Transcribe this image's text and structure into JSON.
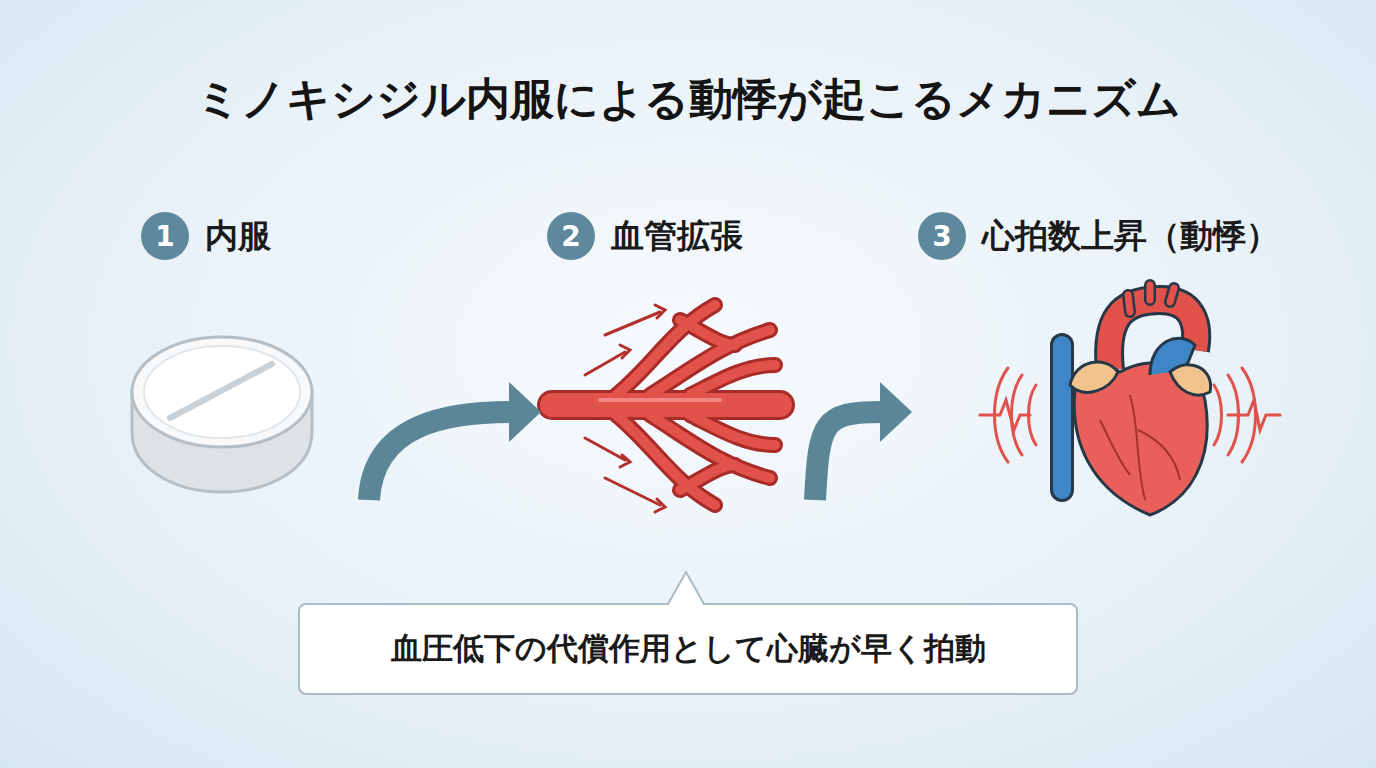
{
  "diagram": {
    "title": "ミノキシジル内服による動悸が起こるメカニズム",
    "nodes": [
      {
        "text": [
          "1",
          "内服"
        ]
      },
      {
        "text": [
          "2",
          "血管拡張"
        ]
      },
      {
        "text": [
          "3",
          "心拍数上昇（動悸）"
        ]
      },
      {
        "text": [
          "血圧低下の代償作用として心臓が早く拍動"
        ]
      }
    ],
    "edges": [
      {
        "from": 0,
        "to": 1,
        "arrow": "to"
      },
      {
        "from": 1,
        "to": 2,
        "arrow": "to"
      }
    ]
  }
}
